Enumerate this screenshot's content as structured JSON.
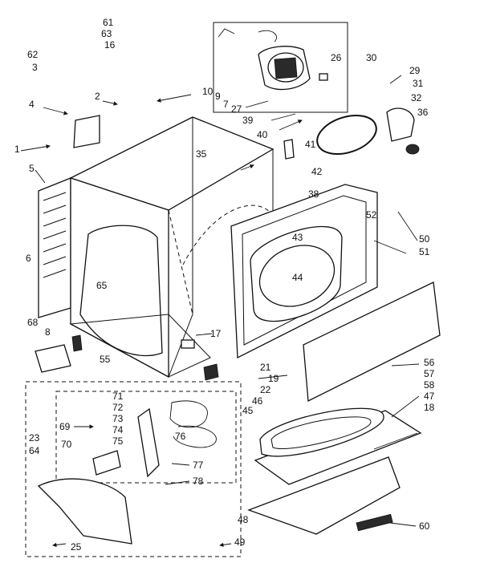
{
  "labels": [
    "61",
    "63",
    "62",
    "16",
    "3",
    "4",
    "1",
    "5",
    "6",
    "2",
    "10",
    "9",
    "7",
    "35",
    "68",
    "8",
    "55",
    "65",
    "17",
    "21",
    "19",
    "22",
    "45",
    "46",
    "23",
    "64",
    "69",
    "70",
    "71",
    "72",
    "73",
    "74",
    "75",
    "76",
    "77",
    "78",
    "25",
    "48",
    "49",
    "60",
    "18",
    "47",
    "58",
    "57",
    "56",
    "51",
    "50",
    "52",
    "38",
    "42",
    "41",
    "40",
    "39",
    "27",
    "26",
    "30",
    "29",
    "31",
    "32",
    "36",
    "43",
    "44"
  ]
}
